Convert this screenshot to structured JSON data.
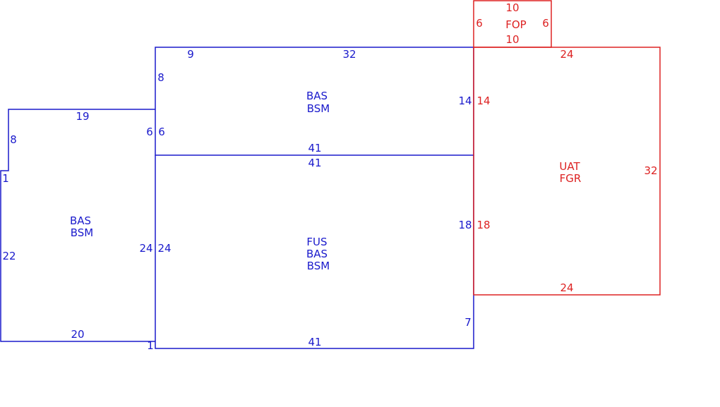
{
  "colors": {
    "main": "#1a1acc",
    "garage": "#dd2222"
  },
  "areas": {
    "left_wing": [
      "BAS",
      "BSM"
    ],
    "upper_center": [
      "BAS",
      "BSM"
    ],
    "lower_center": [
      "FUS",
      "BAS",
      "BSM"
    ],
    "garage": [
      "UAT",
      "FGR"
    ],
    "porch": [
      "FOP"
    ]
  },
  "dimensions": {
    "left_top": "19",
    "left_upper_side": "8",
    "left_jog": "1",
    "left_side": "22",
    "left_bottom": "20",
    "left_inner": "24",
    "left_step": "6",
    "upper_left_side": "8",
    "upper_top_short": "9",
    "upper_top": "32",
    "upper_bottom": "41",
    "upper_right": "14",
    "upper_step": "6",
    "lower_top": "41",
    "lower_left": "24",
    "lower_right": "18",
    "lower_right_short": "7",
    "lower_bottom": "41",
    "lower_jog": "1",
    "garage_top": "24",
    "garage_left_upper": "14",
    "garage_left_lower": "18",
    "garage_right": "32",
    "garage_bottom": "24",
    "porch_top": "10",
    "porch_bottom": "10",
    "porch_left": "6",
    "porch_right": "6"
  }
}
